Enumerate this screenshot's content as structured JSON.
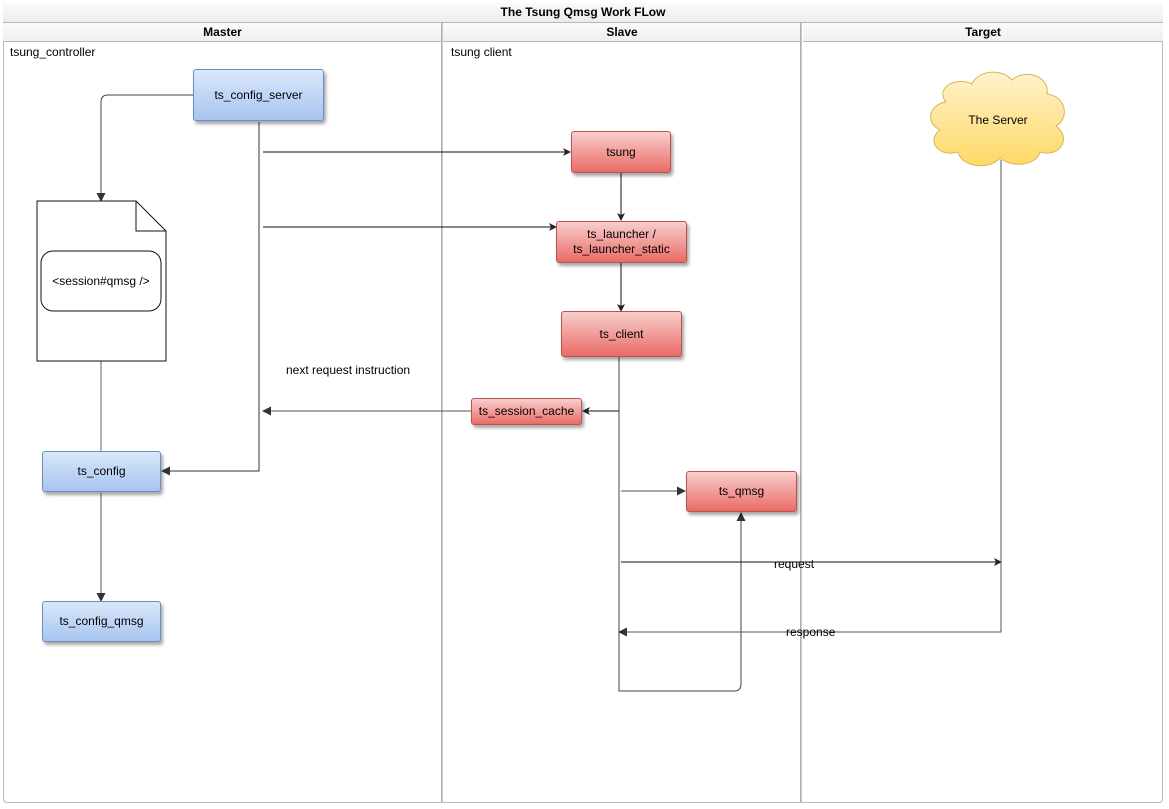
{
  "diagram": {
    "title": "The Tsung Qmsg Work FLow",
    "lanes": [
      {
        "header": "Master",
        "subtitle": "tsung_controller"
      },
      {
        "header": "Slave",
        "subtitle": "tsung client"
      },
      {
        "header": "Target",
        "subtitle": ""
      }
    ],
    "nodes": {
      "ts_config_server": "ts_config_server",
      "session_file": "<session#qmsg />",
      "ts_config": "ts_config",
      "ts_config_qmsg": "ts_config_qmsg",
      "tsung": "tsung",
      "ts_launcher_line1": "ts_launcher /",
      "ts_launcher_line2": "ts_launcher_static",
      "ts_client": "ts_client",
      "ts_session_cache": "ts_session_cache",
      "ts_qmsg": "ts_qmsg",
      "server": "The Server"
    },
    "edge_labels": {
      "next_request": "next request instruction",
      "request": "request",
      "response": "response"
    },
    "colors": {
      "master_fill": "#a8c5f0",
      "slave_fill": "#ea6b66",
      "cloud_fill": "#ffd966",
      "edge": "#333333"
    }
  }
}
